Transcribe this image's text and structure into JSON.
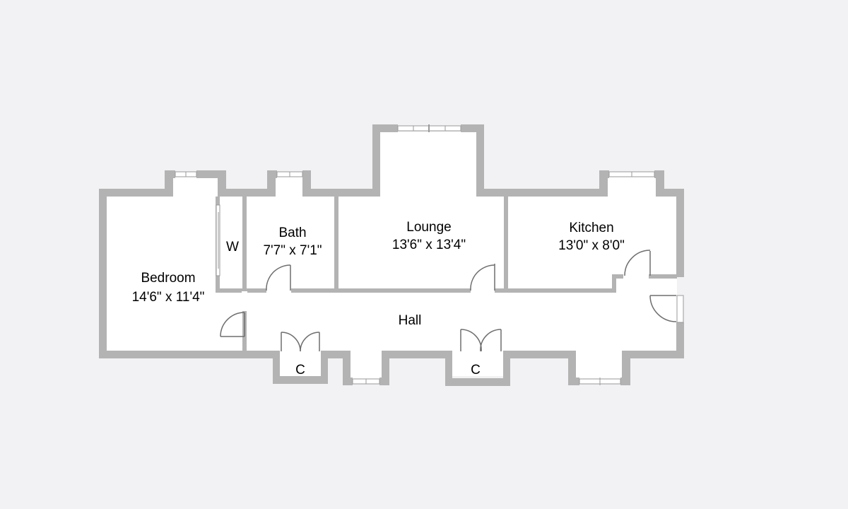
{
  "rooms": {
    "bedroom": {
      "name": "Bedroom",
      "dims": "14'6\" x 11'4\""
    },
    "wardrobe": {
      "name": "W"
    },
    "bath": {
      "name": "Bath",
      "dims": "7'7\" x 7'1\""
    },
    "lounge": {
      "name": "Lounge",
      "dims": "13'6\" x 13'4\""
    },
    "kitchen": {
      "name": "Kitchen",
      "dims": "13'0\" x 8'0\""
    },
    "hall": {
      "name": "Hall"
    },
    "cupboard_left": {
      "name": "C"
    },
    "cupboard_right": {
      "name": "C"
    }
  },
  "colors": {
    "background": "#f2f2f4",
    "wall": "#b3b3b3",
    "floor": "#ffffff"
  }
}
